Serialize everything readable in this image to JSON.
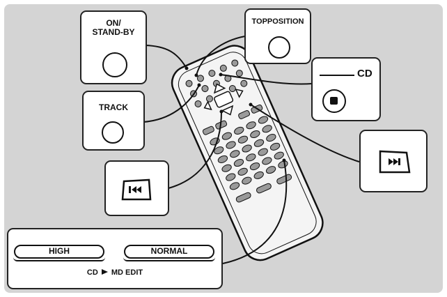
{
  "labels": {
    "on_standby": "ON/\nSTAND-BY",
    "topposition": "TOPPOSITION",
    "cd": "CD",
    "track": "TRACK",
    "high": "HIGH",
    "normal": "NORMAL",
    "edit_prefix": "CD",
    "edit_suffix": "MD EDIT"
  },
  "icons": {
    "stop": "stop-icon",
    "skip_back": "skip-back-icon",
    "skip_forward": "skip-forward-icon",
    "edit_arrow": "play-arrow-icon"
  },
  "colors": {
    "background": "#d4d4d4",
    "ink": "#111111",
    "panel": "#ffffff"
  }
}
